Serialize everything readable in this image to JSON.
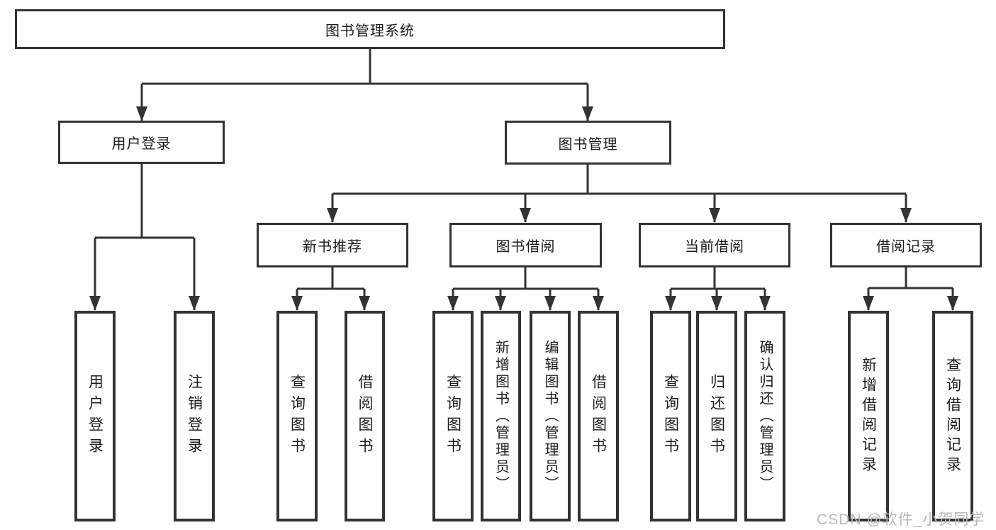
{
  "diagram": {
    "nodes": {
      "root": "图书管理系统",
      "user_login": "用户登录",
      "book_mgmt": "图书管理",
      "new_book": "新书推荐",
      "book_borrow": "图书借阅",
      "current_borrow": "当前借阅",
      "borrow_records": "借阅记录"
    },
    "leaves": {
      "user_login_1": "用户登录",
      "user_login_2": "注销登录",
      "new_book_1": "查询图书",
      "new_book_2": "借阅图书",
      "borrow_1": "查询图书",
      "borrow_2": "新增图书（管理员）",
      "borrow_3": "编辑图书（管理员）",
      "borrow_4": "借阅图书",
      "current_1": "查询图书",
      "current_2": "归还图书",
      "current_3": "确认归还（管理员）",
      "records_1": "新增借阅记录",
      "records_2": "查询借阅记录"
    },
    "watermark": "CSDN @软件_小贺同学",
    "colors": {
      "line": "#333333",
      "text": "#1c1c1c",
      "watermark": "#b9b9b9",
      "background": "#ffffff"
    }
  }
}
